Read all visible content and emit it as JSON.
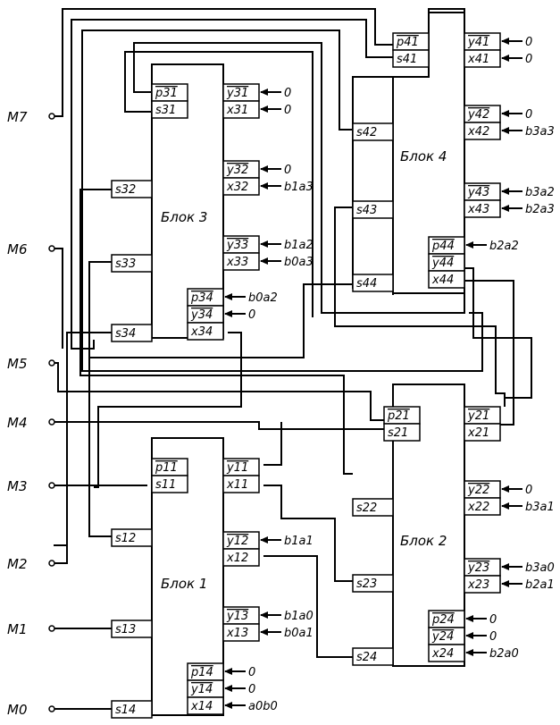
{
  "blocks": {
    "b1": {
      "title": "Блок 1",
      "s": [
        "s11",
        "s12",
        "s13",
        "s14"
      ],
      "p11": "p11",
      "p14": "p14",
      "y": [
        "y11",
        "y12",
        "y13",
        "y14"
      ],
      "x": [
        "x11",
        "x12",
        "x13",
        "x14"
      ],
      "in": {
        "y12": "b1a1",
        "y13": "b1a0",
        "x13": "b0a1",
        "p14": "0",
        "y14": "0",
        "x14": "a0b0"
      }
    },
    "b2": {
      "title": "Блок 2",
      "s": [
        "s21",
        "s22",
        "s23",
        "s24"
      ],
      "p21": "p21",
      "p24": "p24",
      "y": [
        "y21",
        "y22",
        "y23",
        "y24"
      ],
      "x": [
        "x21",
        "x22",
        "x23",
        "x24"
      ],
      "in": {
        "y22": "0",
        "x22": "b3a1",
        "y23": "b3a0",
        "x23": "b2a1",
        "p24": "0",
        "y24": "0",
        "x24": "b2a0"
      }
    },
    "b3": {
      "title": "Блок 3",
      "s": [
        "s31",
        "s32",
        "s33",
        "s34"
      ],
      "p31": "p31",
      "p34": "p34",
      "y": [
        "y31",
        "y32",
        "y33",
        "y34"
      ],
      "x": [
        "x31",
        "x32",
        "x33",
        "x34"
      ],
      "in": {
        "y31": "0",
        "x31": "0",
        "y32": "0",
        "x32": "b1a3",
        "y33": "b1a2",
        "x33": "b0a3",
        "p34": "b0a2",
        "y34": "0"
      }
    },
    "b4": {
      "title": "Блок 4",
      "s": [
        "s41",
        "s42",
        "s43",
        "s44"
      ],
      "p41": "p41",
      "p44": "p44",
      "y": [
        "y41",
        "y42",
        "y43",
        "y44"
      ],
      "x": [
        "x41",
        "x42",
        "x43",
        "x44"
      ],
      "in": {
        "y41": "0",
        "x41": "0",
        "y42": "0",
        "x42": "b3a3",
        "y43": "b3a2",
        "x43": "b2a3",
        "p44": "b2a2"
      }
    }
  },
  "outputs": [
    "M0",
    "M1",
    "M2",
    "M3",
    "M4",
    "M5",
    "M6",
    "M7"
  ]
}
